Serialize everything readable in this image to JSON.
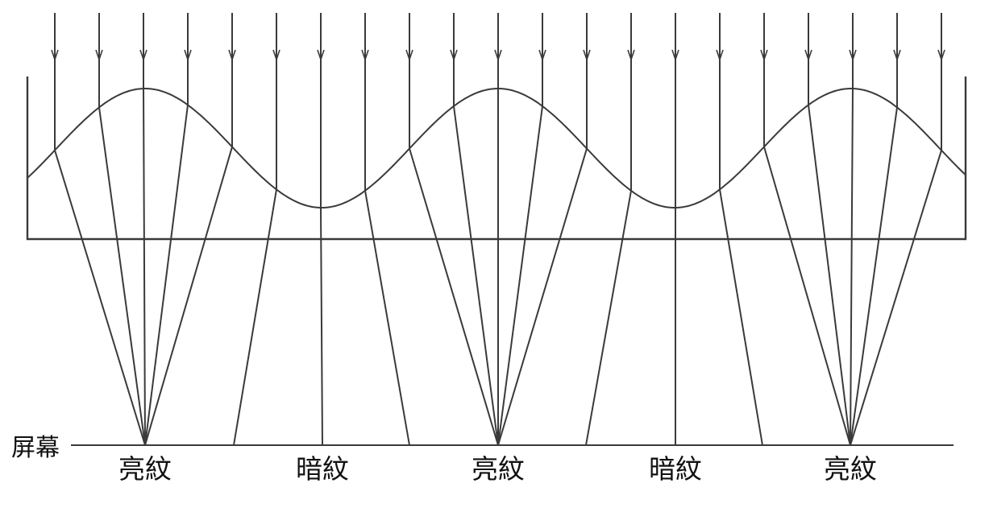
{
  "screen_label": "屏幕",
  "fringes": [
    {
      "label": "亮紋",
      "kind": "bright"
    },
    {
      "label": "暗紋",
      "kind": "dark"
    },
    {
      "label": "亮紋",
      "kind": "bright"
    },
    {
      "label": "暗紋",
      "kind": "dark"
    },
    {
      "label": "亮紋",
      "kind": "bright"
    }
  ],
  "colors": {
    "line": "#3a3a3a",
    "text": "#111111",
    "background": "#ffffff"
  }
}
